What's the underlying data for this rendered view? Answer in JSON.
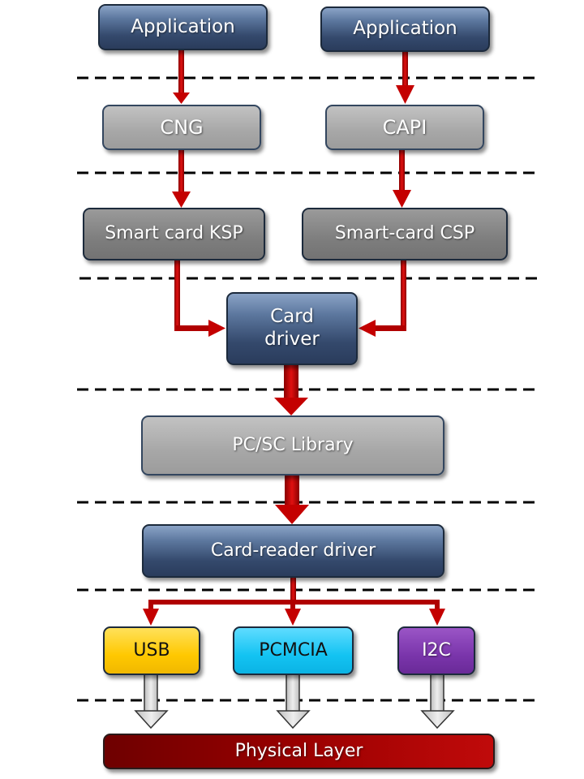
{
  "diagram": {
    "title": "Smart card architecture layers",
    "nodes": {
      "app_left": "Application",
      "app_right": "Application",
      "cng": "CNG",
      "capi": "CAPI",
      "ksp": "Smart card KSP",
      "csp": "Smart-card CSP",
      "card_driver": "Card\ndriver",
      "pcsc": "PC/SC Library",
      "reader_driver": "Card-reader driver",
      "usb": "USB",
      "pcmcia": "PCMCIA",
      "i2c": "I2C",
      "physical": "Physical Layer"
    },
    "edges": [
      {
        "from": "app_left",
        "to": "cng",
        "type": "red-arrow"
      },
      {
        "from": "app_right",
        "to": "capi",
        "type": "red-arrow"
      },
      {
        "from": "cng",
        "to": "ksp",
        "type": "red-arrow"
      },
      {
        "from": "capi",
        "to": "csp",
        "type": "red-arrow"
      },
      {
        "from": "ksp",
        "to": "card_driver",
        "type": "red-elbow-arrow"
      },
      {
        "from": "csp",
        "to": "card_driver",
        "type": "red-elbow-arrow"
      },
      {
        "from": "card_driver",
        "to": "pcsc",
        "type": "red-block-arrow"
      },
      {
        "from": "pcsc",
        "to": "reader_driver",
        "type": "red-block-arrow"
      },
      {
        "from": "reader_driver",
        "to": "usb",
        "type": "red-branch-arrow"
      },
      {
        "from": "reader_driver",
        "to": "pcmcia",
        "type": "red-branch-arrow"
      },
      {
        "from": "reader_driver",
        "to": "i2c",
        "type": "red-branch-arrow"
      },
      {
        "from": "usb",
        "to": "physical",
        "type": "gray-block-arrow"
      },
      {
        "from": "pcmcia",
        "to": "physical",
        "type": "gray-block-arrow"
      },
      {
        "from": "i2c",
        "to": "physical",
        "type": "gray-block-arrow"
      }
    ],
    "layer_separators": 7,
    "colors": {
      "arrow_red": "#c40000",
      "separator": "#000000",
      "usb": "#ffc800",
      "pcmcia": "#13c3f2",
      "i2c": "#7a35ab",
      "physical": "#9a0000"
    }
  }
}
